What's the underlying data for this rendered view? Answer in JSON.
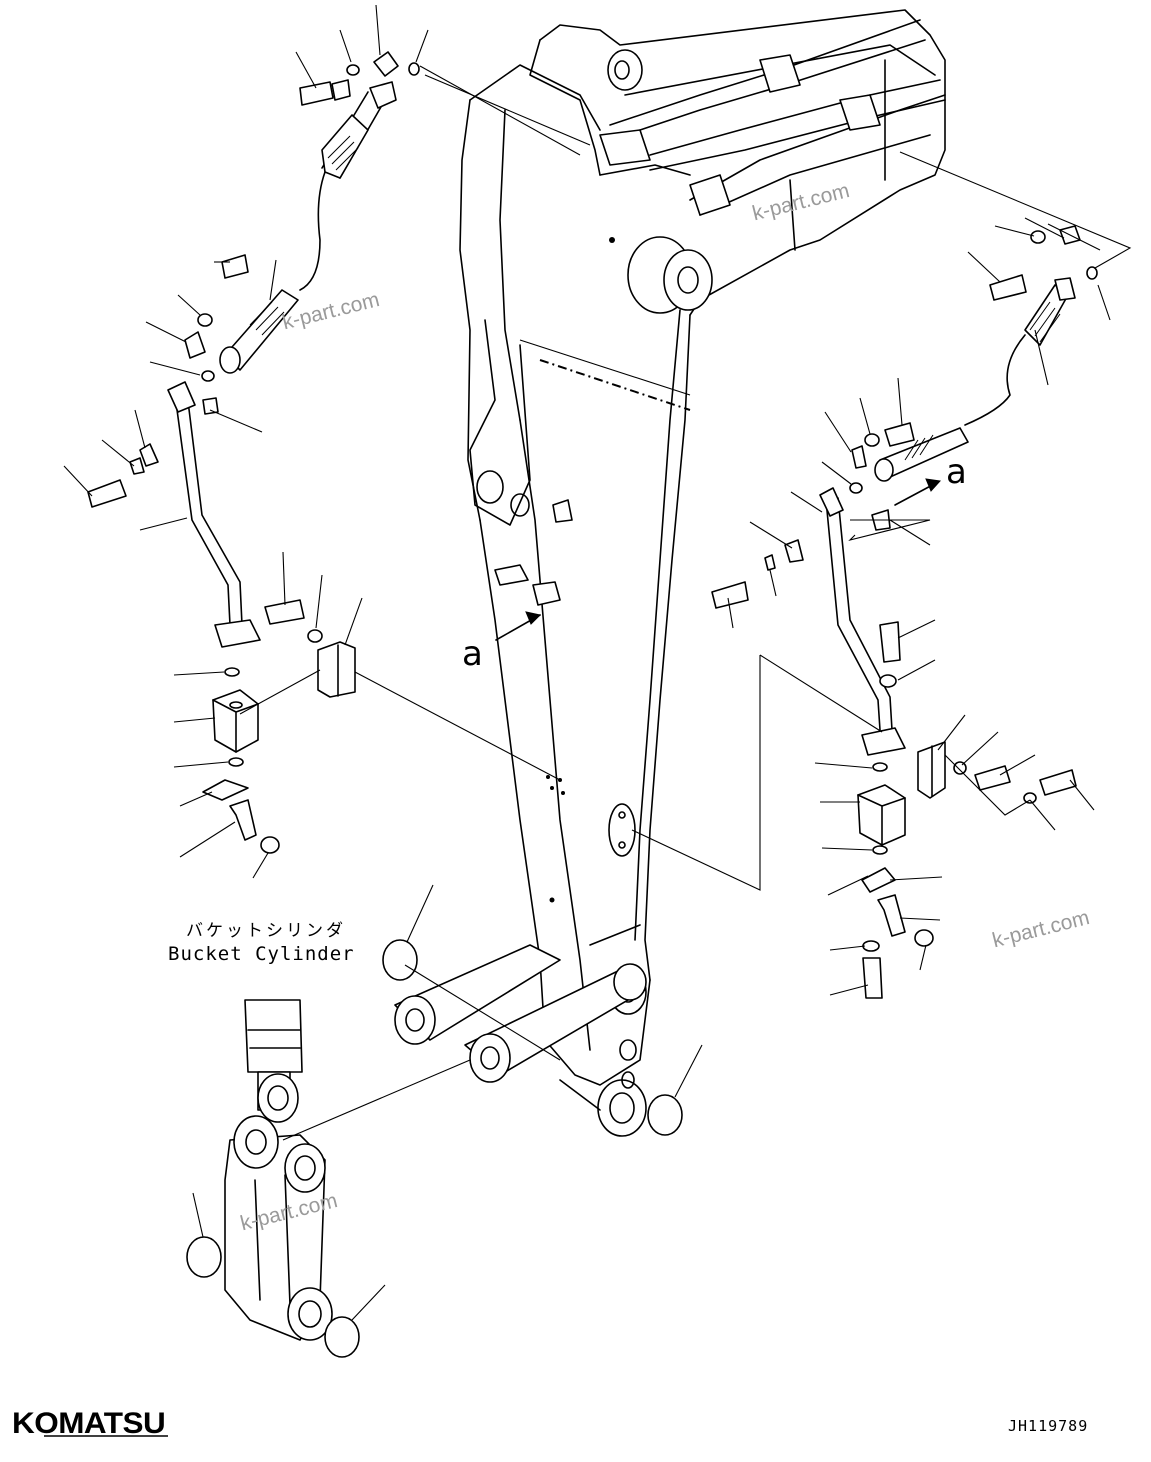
{
  "drawing": {
    "caption_jp": "バケットシリンダ",
    "caption_en": "Bucket Cylinder",
    "view_marker": "a",
    "drawing_number": "JH119789",
    "brand_logo": "KOMATSU",
    "watermark": "k-part.com"
  }
}
